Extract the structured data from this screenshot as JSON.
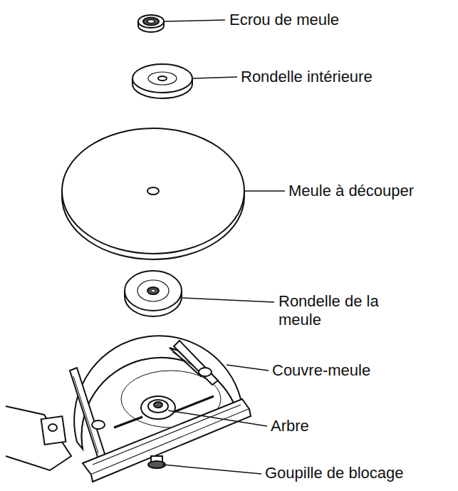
{
  "diagram": {
    "labels": [
      "Ecrou de meule",
      "Rondelle intérieure",
      "Meule à découper",
      "Rondelle de la meule",
      "Couvre-meule",
      "Arbre",
      "Goupille de blocage"
    ]
  }
}
